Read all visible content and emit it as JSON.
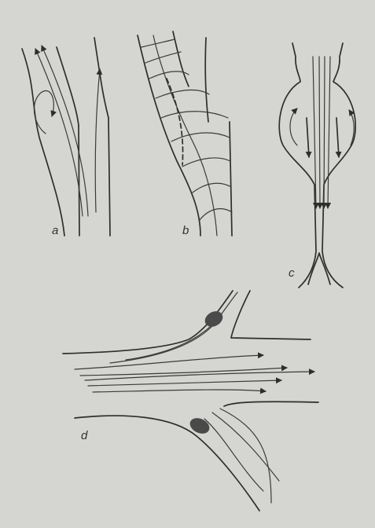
{
  "panels": [
    {
      "id": "a",
      "label": "a"
    },
    {
      "id": "b",
      "label": "b"
    },
    {
      "id": "c",
      "label": "c"
    },
    {
      "id": "d",
      "label": "d"
    }
  ],
  "colors": {
    "background": "#d5d6d2",
    "ink": "#2e2e2e",
    "deposit": "#4a4a4a"
  }
}
